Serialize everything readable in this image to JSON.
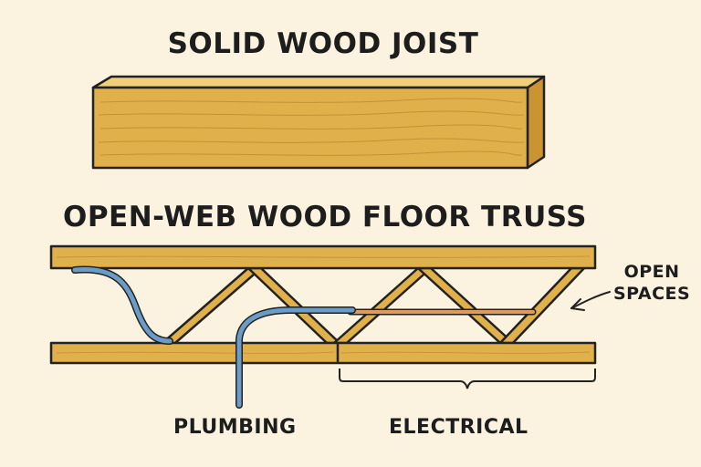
{
  "titles": {
    "joist": "SOLID WOOD JOIST",
    "truss": "OPEN-WEB WOOD FLOOR TRUSS"
  },
  "labels": {
    "open_line1": "OPEN",
    "open_line2": "SPACES",
    "plumbing": "PLUMBING",
    "electrical": "ELECTRICAL"
  },
  "colors": {
    "background": "#fbf3df",
    "wood_face": "#e0b04a",
    "wood_top": "#f0cf7a",
    "wood_end": "#c99431",
    "outline": "#222222",
    "plumbing_pipe": "#6b9cc7",
    "electrical_wire": "#e09a5a"
  }
}
